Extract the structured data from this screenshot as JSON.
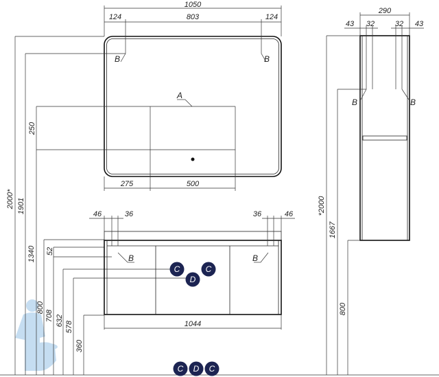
{
  "mirror": {
    "width_total": "1050",
    "left_offset": "124",
    "center_span": "803",
    "right_offset": "124",
    "bottom_left": "275",
    "bottom_center": "500",
    "box_height": "250",
    "label_a": "A",
    "label_b": "B"
  },
  "heights": {
    "h2000": "2000*",
    "h1901": "1901",
    "h1340": "1340",
    "h800": "800",
    "h708": "708",
    "h52": "52",
    "h632": "632",
    "h578": "578",
    "h360": "360"
  },
  "vanity": {
    "left_outer": "46",
    "left_inner": "36",
    "right_inner": "36",
    "right_outer": "46",
    "width": "1044",
    "label_b": "B"
  },
  "column": {
    "width": "290",
    "d1": "43",
    "d2": "32",
    "d3": "32",
    "d4": "43",
    "h2000": "*2000",
    "h1667": "1667",
    "h800": "800",
    "label_b": "B"
  },
  "badges": {
    "c": "C",
    "d": "D"
  },
  "colors": {
    "badge": "#1c2452",
    "figure": "#bcd8ef"
  }
}
